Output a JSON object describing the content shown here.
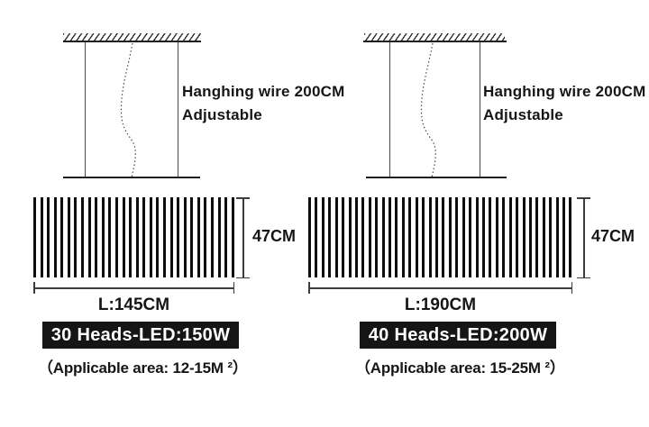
{
  "page": {
    "background": "#ffffff",
    "ink": "#1c1c1c",
    "badge_bg": "#151515",
    "badge_text": "#ffffff"
  },
  "diagrams": [
    {
      "wire_note_line1": "Hanghing wire 200CM",
      "wire_note_line2": "Adjustable",
      "heads": 30,
      "height_label": "47CM",
      "length_label": "L:145CM",
      "spec_label": "30 Heads-LED:150W",
      "area_label": "（Applicable area: 12-15M ²）"
    },
    {
      "wire_note_line1": "Hanghing wire 200CM",
      "wire_note_line2": "Adjustable",
      "heads": 40,
      "height_label": "47CM",
      "length_label": "L:190CM",
      "spec_label": "40 Heads-LED:200W",
      "area_label": "（Applicable area: 15-25M ²）"
    }
  ]
}
